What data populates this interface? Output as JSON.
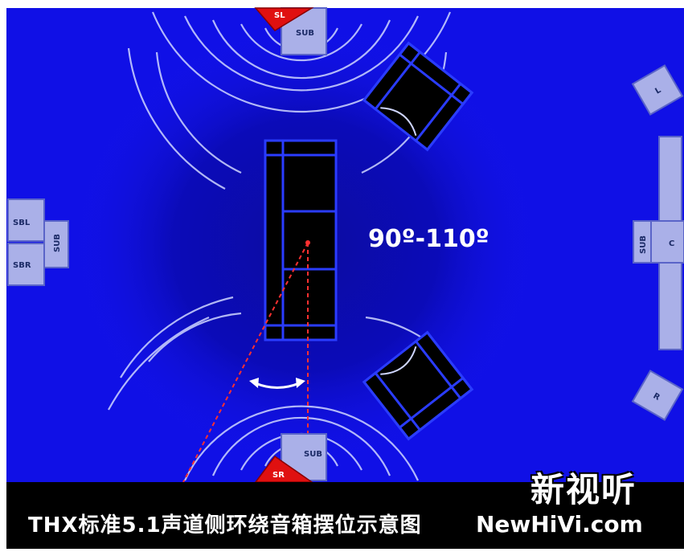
{
  "labels": {
    "angle": "90º-110º",
    "caption": "THX标准5.1声道侧环绕音箱摆位示意图",
    "logo_cn": "新视听",
    "logo_en": "NewHiVi.com"
  },
  "speakers": {
    "sub_top": "SUB",
    "sl": "SL",
    "sub_bottom": "SUB",
    "sr": "SR",
    "sbl": "SBL",
    "sbr": "SBR",
    "sub_left": "SUB",
    "front_left": "L",
    "center": "C",
    "sub_right": "SUB",
    "front_right": "R"
  },
  "colors": {
    "room_blue": "#1010e6",
    "speaker_fill": "#aab0e8",
    "surround_red": "#e01010",
    "furniture": "#000000",
    "outline": "#2a3cff"
  }
}
